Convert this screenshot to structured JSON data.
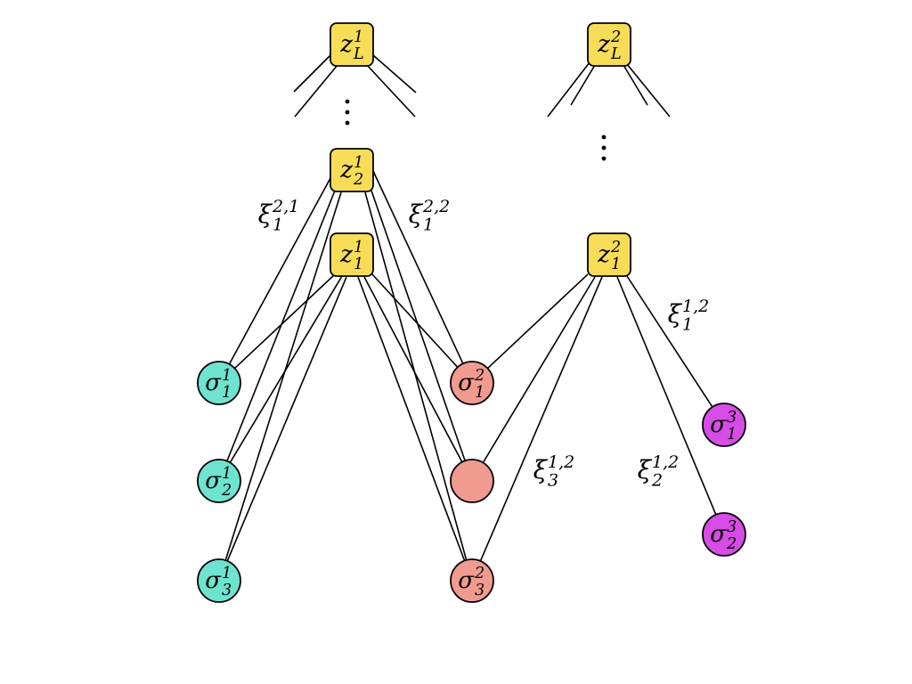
{
  "colors": {
    "latent": "#f7dc57",
    "group1": "#6ee3cf",
    "group2": "#f19a8f",
    "group3": "#d64ce5",
    "edge": "#000000"
  },
  "latent_nodes": [
    {
      "id": "zL1",
      "base": "z",
      "sup": "1",
      "sub": "L"
    },
    {
      "id": "zL2",
      "base": "z",
      "sup": "2",
      "sub": "L"
    },
    {
      "id": "z21",
      "base": "z",
      "sup": "1",
      "sub": "2"
    },
    {
      "id": "z11",
      "base": "z",
      "sup": "1",
      "sub": "1"
    },
    {
      "id": "z12",
      "base": "z",
      "sup": "2",
      "sub": "1"
    }
  ],
  "observed_nodes": [
    {
      "id": "s11",
      "base": "σ",
      "sup": "1",
      "sub": "1",
      "group": "group1"
    },
    {
      "id": "s12",
      "base": "σ",
      "sup": "1",
      "sub": "2",
      "group": "group1"
    },
    {
      "id": "s13",
      "base": "σ",
      "sup": "1",
      "sub": "3",
      "group": "group1"
    },
    {
      "id": "s21",
      "base": "σ",
      "sup": "2",
      "sub": "1",
      "group": "group2"
    },
    {
      "id": "s22",
      "base": "",
      "sup": "",
      "sub": "",
      "group": "group2"
    },
    {
      "id": "s23",
      "base": "σ",
      "sup": "2",
      "sub": "3",
      "group": "group2"
    },
    {
      "id": "s31",
      "base": "σ",
      "sup": "3",
      "sub": "1",
      "group": "group3"
    },
    {
      "id": "s32",
      "base": "σ",
      "sup": "3",
      "sub": "2",
      "group": "group3"
    }
  ],
  "edges": [
    [
      "z21",
      "s11"
    ],
    [
      "z21",
      "s12"
    ],
    [
      "z21",
      "s13"
    ],
    [
      "z21",
      "s21"
    ],
    [
      "z21",
      "s22"
    ],
    [
      "z21",
      "s23"
    ],
    [
      "z11",
      "s11"
    ],
    [
      "z11",
      "s12"
    ],
    [
      "z11",
      "s13"
    ],
    [
      "z11",
      "s21"
    ],
    [
      "z11",
      "s22"
    ],
    [
      "z11",
      "s23"
    ],
    [
      "z12",
      "s21"
    ],
    [
      "z12",
      "s22"
    ],
    [
      "z12",
      "s23"
    ],
    [
      "z12",
      "s31"
    ],
    [
      "z12",
      "s32"
    ]
  ],
  "edge_labels": [
    {
      "id": "xi1-21",
      "base": "ξ",
      "sup": "2,1",
      "sub": "1"
    },
    {
      "id": "xi1-22",
      "base": "ξ",
      "sup": "2,2",
      "sub": "1"
    },
    {
      "id": "xi1-12",
      "base": "ξ",
      "sup": "1,2",
      "sub": "1"
    },
    {
      "id": "xi3-12",
      "base": "ξ",
      "sup": "1,2",
      "sub": "3"
    },
    {
      "id": "xi2-12",
      "base": "ξ",
      "sup": "1,2",
      "sub": "2"
    }
  ],
  "ellipses": [
    {
      "id": "ellipsis-left",
      "text": "⋮"
    },
    {
      "id": "ellipsis-right",
      "text": "⋮"
    }
  ]
}
